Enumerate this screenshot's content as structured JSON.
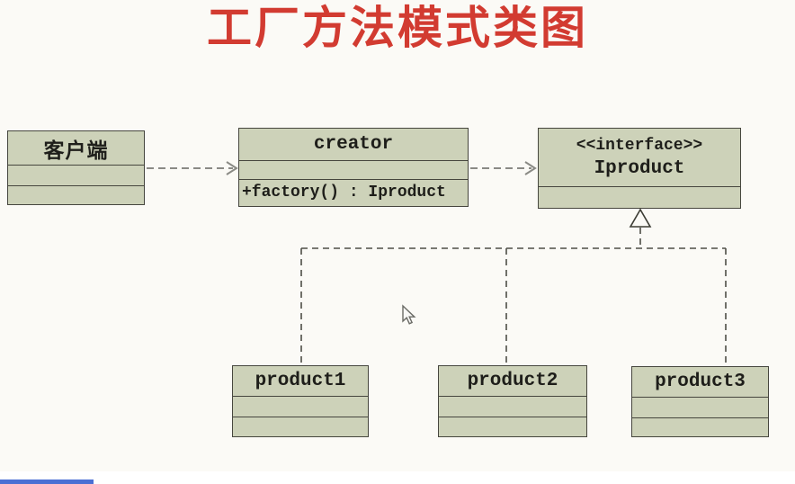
{
  "title": {
    "text": "工厂方法模式类图"
  },
  "diagram": {
    "classes": {
      "client": {
        "name": "客户端"
      },
      "creator": {
        "name": "creator",
        "method": "+factory() : Iproduct"
      },
      "iproduct": {
        "stereotype": "<<interface>>",
        "name": "Iproduct"
      },
      "product1": {
        "name": "product1"
      },
      "product2": {
        "name": "product2"
      },
      "product3": {
        "name": "product3"
      }
    },
    "relations": [
      {
        "from": "客户端",
        "to": "creator",
        "type": "dashed-dependency-arrow"
      },
      {
        "from": "creator",
        "to": "Iproduct",
        "type": "dashed-dependency-arrow"
      },
      {
        "from": "product1",
        "to": "Iproduct",
        "type": "dashed-realization"
      },
      {
        "from": "product2",
        "to": "Iproduct",
        "type": "dashed-realization"
      },
      {
        "from": "product3",
        "to": "Iproduct",
        "type": "dashed-realization"
      }
    ]
  },
  "colors": {
    "background": "#fbfaf6",
    "box_fill": "#cdd2b9",
    "box_border": "#46463e",
    "title_color": "#d23b31",
    "line_color": "#4e4e46",
    "arrow_color": "#8a8a85",
    "progress_color": "#4a6fd4"
  }
}
